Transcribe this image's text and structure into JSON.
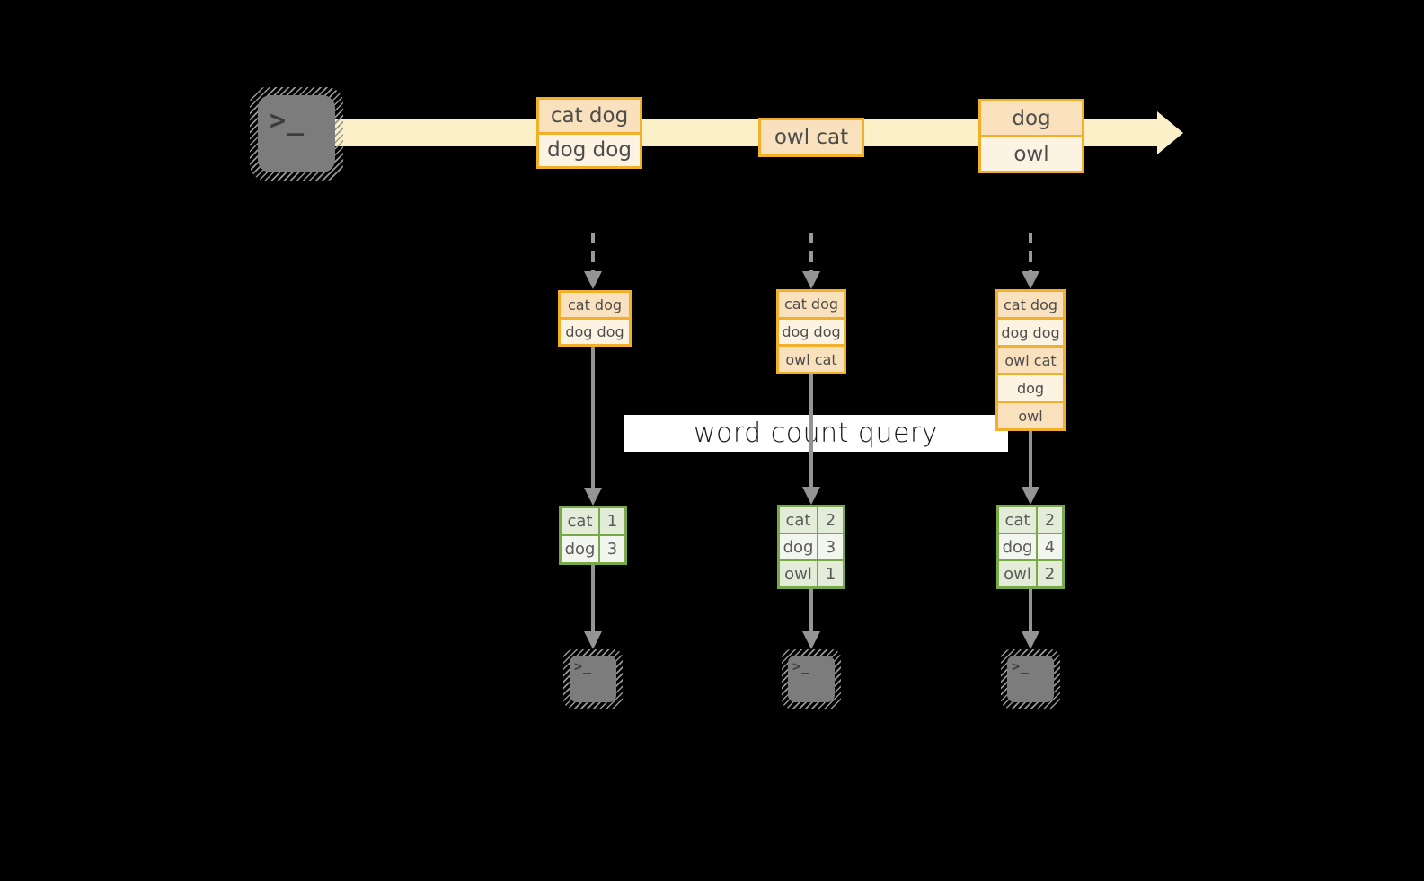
{
  "query_label": "word count query",
  "icons": {
    "producer": "terminal-icon",
    "consumer": "terminal-icon",
    "prompt_glyph": ">_"
  },
  "colors": {
    "background": "#000000",
    "stream_band": "#FBF0C7",
    "box_border": "#F2B02A",
    "box_cell_dark": "#FAE1BD",
    "box_cell_light": "#FDF3E3",
    "table_border": "#79A848",
    "table_cell_dark": "#E2ECD8",
    "table_cell_light": "#F3F6EF",
    "arrow_gray": "#999999",
    "terminal_gray": "#7C7C7C",
    "query_band_bg": "#FFFFFF"
  },
  "stream": {
    "events": [
      {
        "lines": [
          "cat dog",
          "dog dog"
        ]
      },
      {
        "lines": [
          "owl cat"
        ]
      },
      {
        "lines": [
          "dog",
          "owl"
        ]
      }
    ]
  },
  "states": [
    {
      "lines": [
        "cat dog",
        "dog dog"
      ]
    },
    {
      "lines": [
        "cat dog",
        "dog dog",
        "owl cat"
      ]
    },
    {
      "lines": [
        "cat dog",
        "dog dog",
        "owl cat",
        "dog",
        "owl"
      ]
    }
  ],
  "results": [
    {
      "rows": [
        {
          "word": "cat",
          "count": "1"
        },
        {
          "word": "dog",
          "count": "3"
        }
      ]
    },
    {
      "rows": [
        {
          "word": "cat",
          "count": "2"
        },
        {
          "word": "dog",
          "count": "3"
        },
        {
          "word": "owl",
          "count": "1"
        }
      ]
    },
    {
      "rows": [
        {
          "word": "cat",
          "count": "2"
        },
        {
          "word": "dog",
          "count": "4"
        },
        {
          "word": "owl",
          "count": "2"
        }
      ]
    }
  ]
}
